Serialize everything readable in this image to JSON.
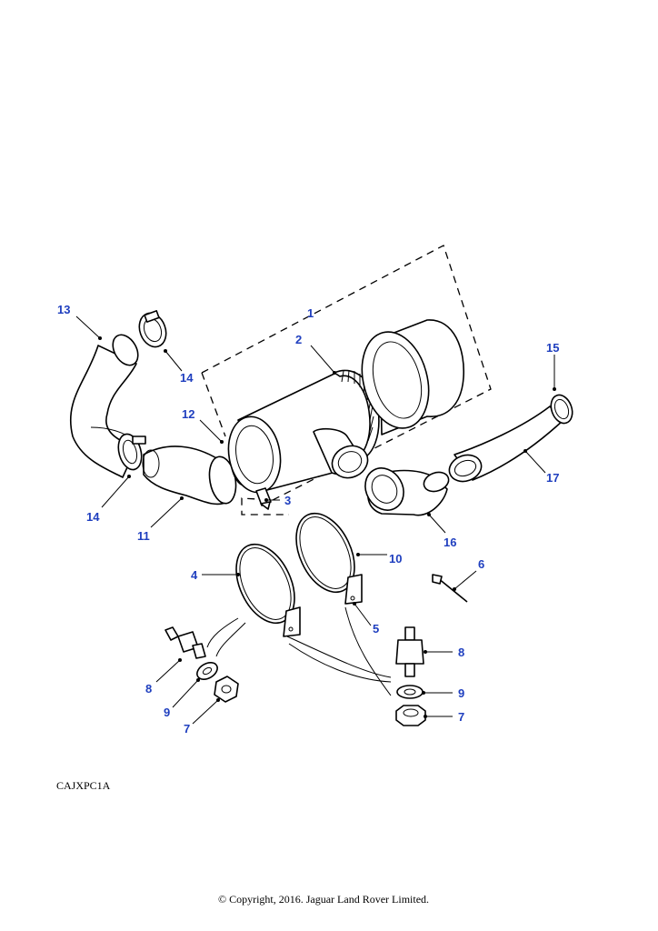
{
  "diagram": {
    "drawing_code": "CAJXPC1A",
    "copyright": "© Copyright, 2016. Jaguar Land Rover Limited.",
    "callouts": {
      "c1": "1",
      "c2": "2",
      "c3": "3",
      "c4": "4",
      "c5": "5",
      "c6": "6",
      "c7a": "7",
      "c7b": "7",
      "c8a": "8",
      "c8b": "8",
      "c9a": "9",
      "c9b": "9",
      "c10": "10",
      "c11": "11",
      "c12": "12",
      "c13": "13",
      "c14a": "14",
      "c14b": "14",
      "c15": "15",
      "c16": "16",
      "c17": "17"
    },
    "callout_color": "#1f3fbf"
  }
}
